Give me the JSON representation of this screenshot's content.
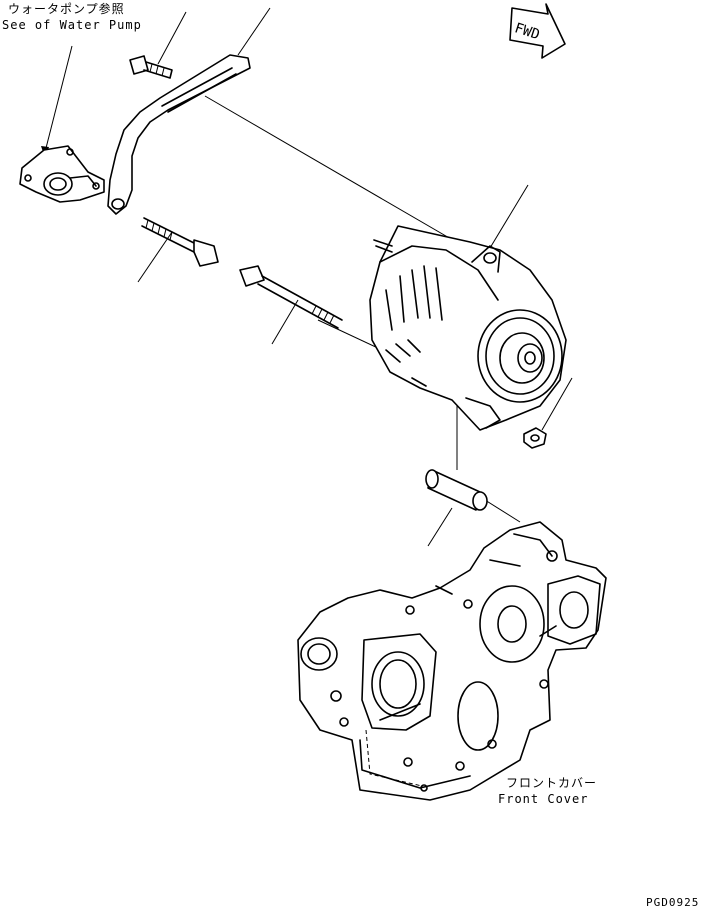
{
  "labels": {
    "water_pump_ref_jp": "ウォータポンプ参照",
    "water_pump_ref_en": "See of Water Pump",
    "front_cover_jp": "フロントカバー",
    "front_cover_en": "Front Cover",
    "fwd": "FWD",
    "drawing_code": "PGD0925"
  }
}
